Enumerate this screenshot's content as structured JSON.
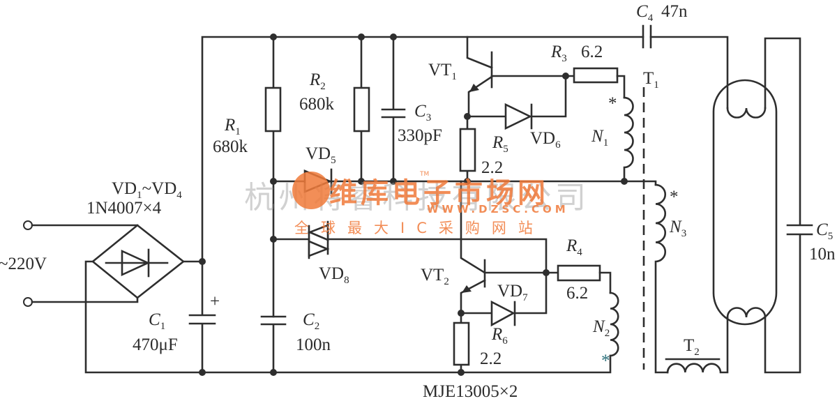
{
  "colors": {
    "ink": "#2e2e2e",
    "watermark_orange": "#f07a3a",
    "watermark_gray": "#9a9a9a"
  },
  "components": {
    "C4": {
      "name": "C",
      "sub": "4",
      "value": "47n"
    },
    "R3": {
      "name": "R",
      "sub": "3",
      "value": "6.2"
    },
    "VT1": {
      "name": "VT",
      "sub": "1"
    },
    "T1": {
      "name": "T",
      "sub": "1"
    },
    "R2": {
      "name": "R",
      "sub": "2",
      "value": "680k"
    },
    "C3": {
      "name": "C",
      "sub": "3",
      "value": "330pF"
    },
    "R1": {
      "name": "R",
      "sub": "1",
      "value": "680k"
    },
    "VD5": {
      "name": "VD",
      "sub": "5"
    },
    "R5": {
      "name": "R",
      "sub": "5",
      "value": "2.2"
    },
    "VD6": {
      "name": "VD",
      "sub": "6"
    },
    "N1": {
      "name": "N",
      "sub": "1"
    },
    "bridge": {
      "name_a": "VD",
      "sub_a": "1",
      "sep": "~",
      "name_b": "VD",
      "sub_b": "4",
      "value": "1N4007×4"
    },
    "input": {
      "value": "~220V"
    },
    "N3": {
      "name": "N",
      "sub": "3"
    },
    "C5": {
      "name": "C",
      "sub": "5",
      "value": "10n"
    },
    "VD8": {
      "name": "VD",
      "sub": "8"
    },
    "VT2": {
      "name": "VT",
      "sub": "2"
    },
    "R4": {
      "name": "R",
      "sub": "4",
      "value": "6.2"
    },
    "VD7": {
      "name": "VD",
      "sub": "7"
    },
    "N2": {
      "name": "N",
      "sub": "2"
    },
    "C1": {
      "name": "C",
      "sub": "1",
      "value": "470μF",
      "polarity": "+"
    },
    "C2": {
      "name": "C",
      "sub": "2",
      "value": "100n"
    },
    "R6": {
      "name": "R",
      "sub": "6",
      "value": "2.2"
    },
    "T2": {
      "name": "T",
      "sub": "2"
    },
    "transistors": {
      "value": "MJE13005×2"
    }
  },
  "winding_marks": {
    "N1": "*",
    "N3": "*",
    "N2": "*"
  },
  "watermark": {
    "company": "杭州将睿科技有限公司",
    "brand": "维库电子市场网",
    "tm": "TM",
    "url": "WWW.DZSC.COM",
    "slogan": "全球最大IC采购网站"
  }
}
